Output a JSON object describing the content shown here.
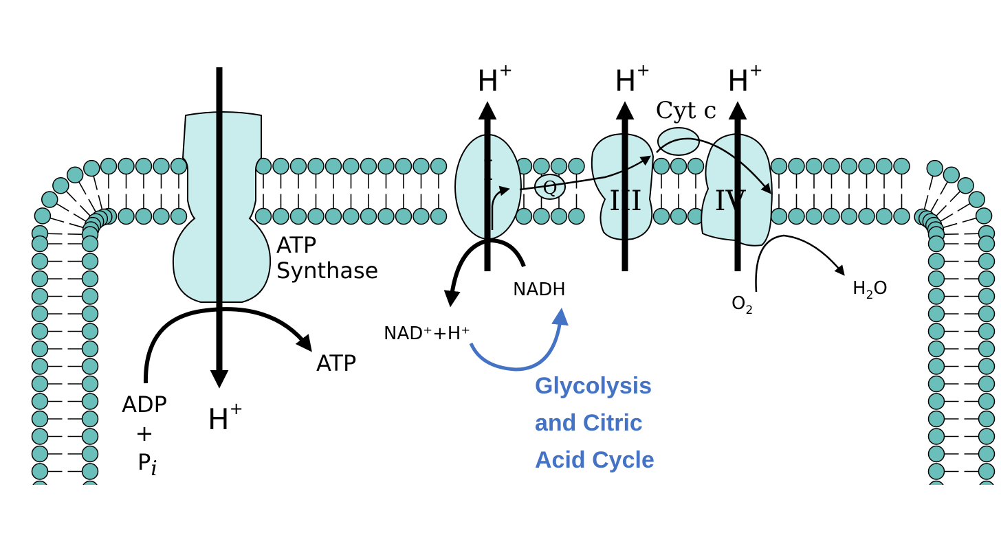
{
  "labels": {
    "atp_synthase_line1": "ATP",
    "atp_synthase_line2": "Synthase",
    "atp_product": "ATP",
    "adp": "ADP",
    "plus": "+",
    "pi_p": "P",
    "pi_i": "i",
    "h": "H",
    "plus_sup": "+",
    "complex_1": "I",
    "complex_3": "III",
    "complex_4": "IV",
    "q": "Q",
    "cyt_c": "Cyt c",
    "nadh": "NADH",
    "nad_plus_h": "NAD⁺+H⁺",
    "o2_o": "O",
    "o2_sub": "2",
    "h2o_h": "H",
    "h2o_sub": "2",
    "h2o_o": "O",
    "glycolysis_line1": "Glycolysis",
    "glycolysis_line2": "and Citric",
    "glycolysis_line3": "Acid Cycle"
  },
  "colors": {
    "lipid_head": "#6bbfbb",
    "protein_fill": "#c9ecec",
    "cycle_blue": "#4472c4"
  }
}
